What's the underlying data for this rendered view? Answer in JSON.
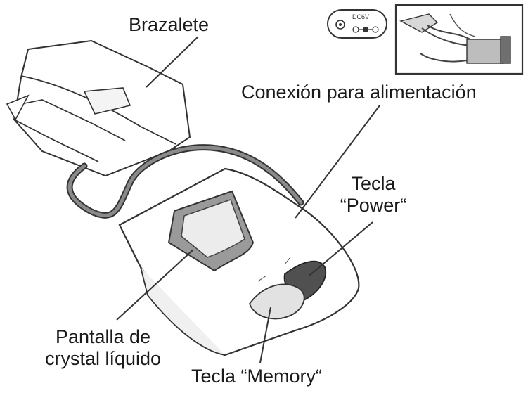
{
  "labels": {
    "cuff": "Brazalete",
    "power_connection": "Conexión para alimentación",
    "power_key_line1": "Tecla",
    "power_key_line2": "“Power“",
    "lcd_line1": "Pantalla de",
    "lcd_line2": "crystal líquido",
    "memory_key": "Tecla “Memory“"
  },
  "inset": {
    "jack_label": "DC6V"
  },
  "colors": {
    "line": "#333333",
    "tube": "#8a8a8a",
    "lcd_frame": "#9a9a9a",
    "lcd_screen": "#ececec",
    "power_key": "#505050",
    "memory_key": "#e2e2e2"
  }
}
